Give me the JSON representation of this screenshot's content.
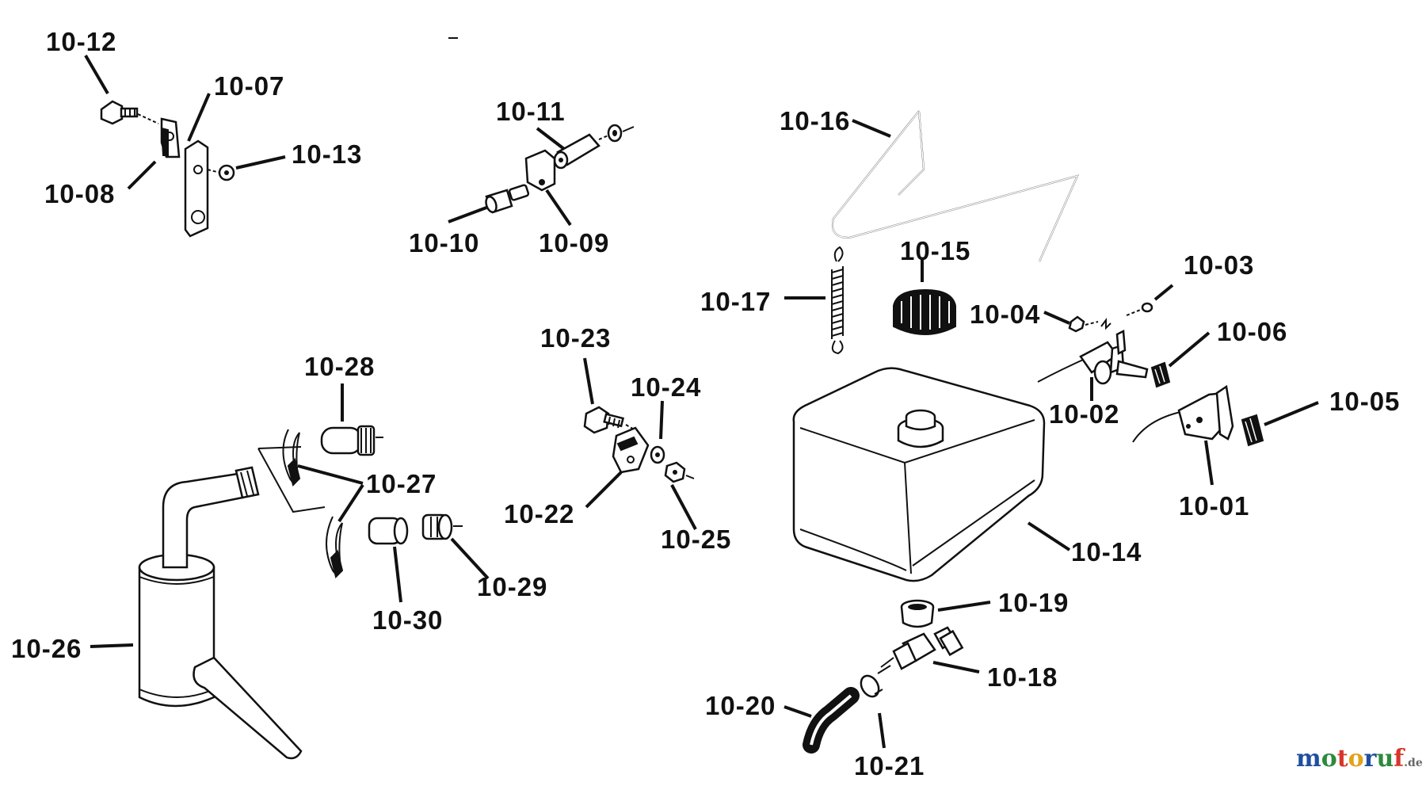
{
  "parts": {
    "p10_01": "10-01",
    "p10_02": "10-02",
    "p10_03": "10-03",
    "p10_04": "10-04",
    "p10_05": "10-05",
    "p10_06": "10-06",
    "p10_07": "10-07",
    "p10_08": "10-08",
    "p10_09": "10-09",
    "p10_10": "10-10",
    "p10_11": "10-11",
    "p10_12": "10-12",
    "p10_13": "10-13",
    "p10_14": "10-14",
    "p10_15": "10-15",
    "p10_16": "10-16",
    "p10_17": "10-17",
    "p10_18": "10-18",
    "p10_19": "10-19",
    "p10_20": "10-20",
    "p10_21": "10-21",
    "p10_22": "10-22",
    "p10_23": "10-23",
    "p10_24": "10-24",
    "p10_25": "10-25",
    "p10_26": "10-26",
    "p10_27": "10-27",
    "p10_28": "10-28",
    "p10_29": "10-29",
    "p10_30": "10-30"
  },
  "watermark": {
    "m": "m",
    "o1": "o",
    "t": "t",
    "o2": "o",
    "r": "r",
    "u": "u",
    "f": "f",
    "tld": ".de",
    "colors": [
      "#1f4f9e",
      "#2d8a3c",
      "#d8352a",
      "#e3a21a",
      "#1f4f9e",
      "#2d8a3c",
      "#d8352a"
    ]
  }
}
